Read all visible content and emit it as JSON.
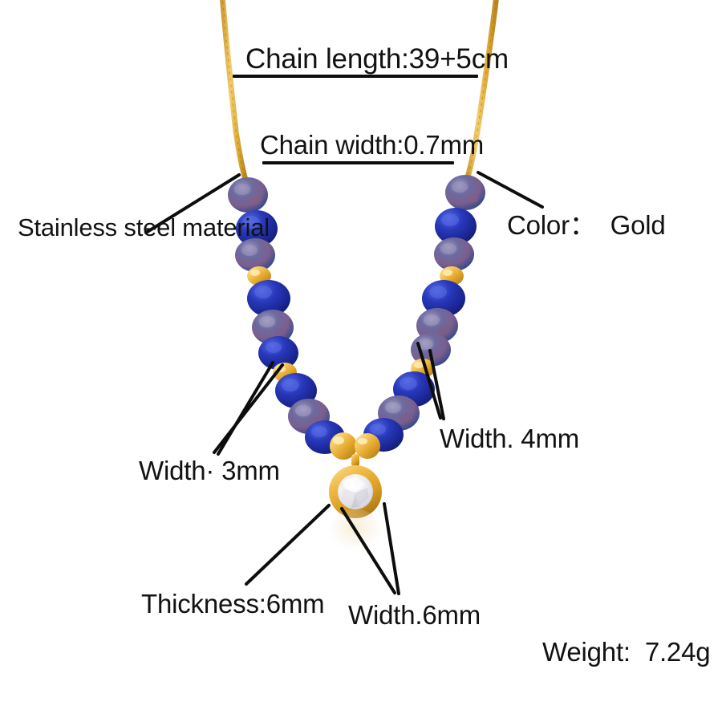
{
  "product": {
    "type": "beaded-necklace-with-pendant",
    "description": "Gold chain necklace with blue and iridescent faceted crystal beads, gold spacer beads, and a round gold bezel pendant set with a clear crystal stone"
  },
  "annotations": {
    "chain_length": {
      "label": "Chain length:39+5cm",
      "has_underline": true
    },
    "chain_width": {
      "label": "Chain width:0.7mm",
      "has_underline": true
    },
    "material": {
      "label": "Stainless steel material"
    },
    "color": {
      "label": "Color：  Gold"
    },
    "width_3mm": {
      "label": "Width· 3mm"
    },
    "width_4mm": {
      "label": "Width. 4mm"
    },
    "thickness_6mm": {
      "label": "Thickness:6mm"
    },
    "width_6mm": {
      "label": "Width.6mm"
    },
    "weight": {
      "label": "Weight:  7.24g"
    }
  },
  "colors": {
    "background": "#ffffff",
    "text": "#121212",
    "leader_line": "#0d0d0d",
    "gold_chain": "#e0b24a",
    "gold_bead_light": "#f7d479",
    "gold_bead_mid": "#e3a52a",
    "gold_bead_dark": "#b8821c",
    "bead_blue_light": "#3a52c8",
    "bead_blue": "#1f2fa8",
    "bead_blue_dark": "#141f75",
    "bead_iridescent_a": "#7e7fa6",
    "bead_iridescent_b": "#4a5596",
    "bead_iridescent_c": "#8a6f8f",
    "crystal": "#f4f4f6",
    "crystal_shade": "#d6d6dc"
  }
}
